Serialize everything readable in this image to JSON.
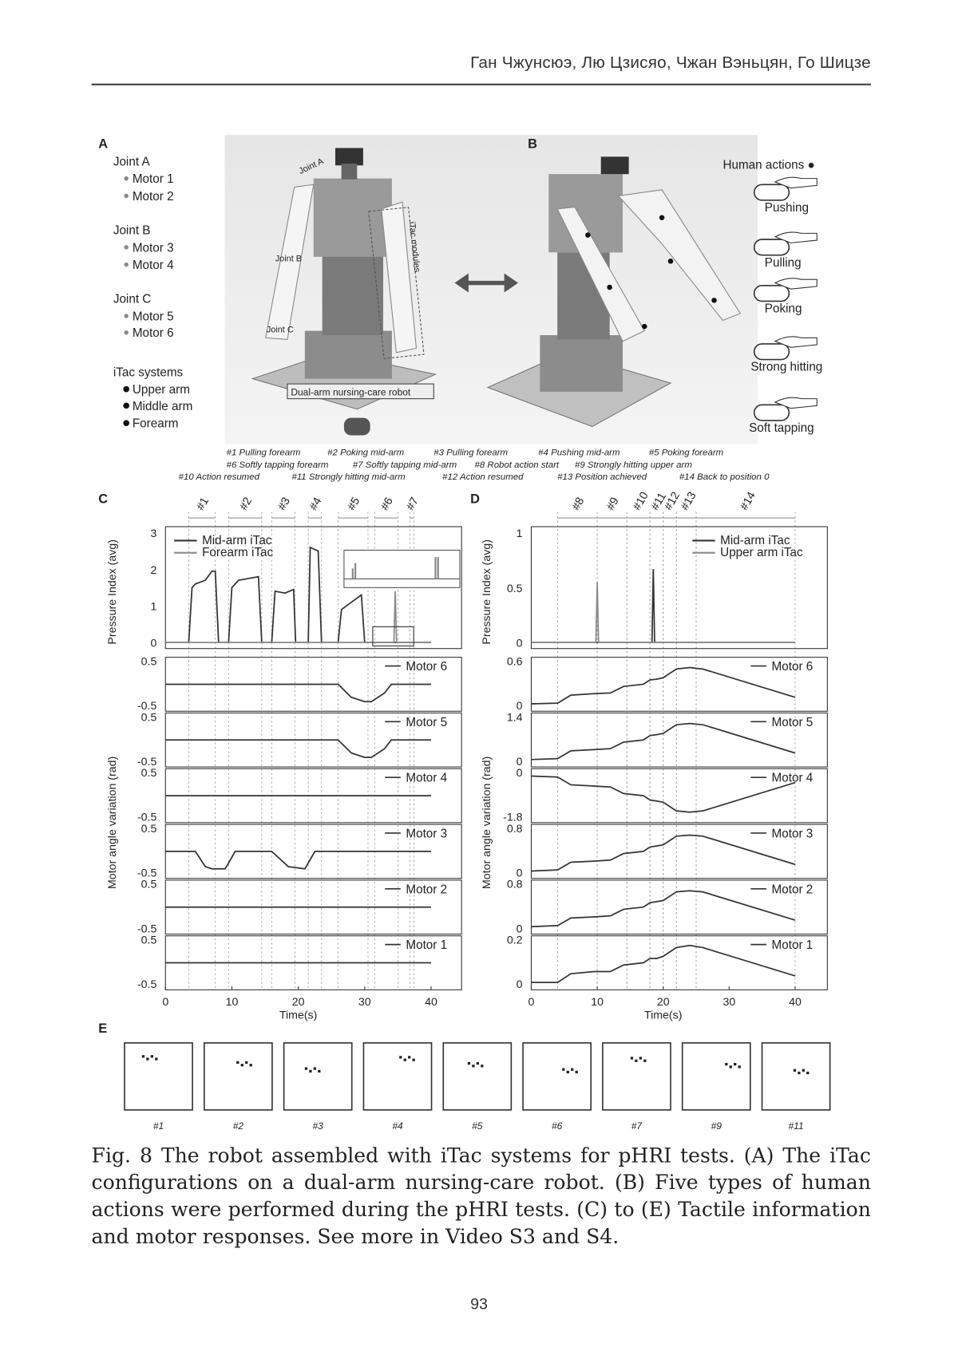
{
  "header": {
    "authors": "Ган Чжунсюэ, Лю Цзисяо, Чжан Вэньцян, Го Шицзе"
  },
  "figure": {
    "panel_labels": {
      "a": "A",
      "b": "B",
      "c": "C",
      "d": "D",
      "e": "E"
    },
    "panel_a": {
      "legend": [
        {
          "text": "Joint A",
          "kind": "head"
        },
        {
          "text": "Motor 1",
          "kind": "item"
        },
        {
          "text": "Motor 2",
          "kind": "item"
        },
        {
          "text": "Joint B",
          "kind": "head"
        },
        {
          "text": "Motor 3",
          "kind": "item"
        },
        {
          "text": "Motor 4",
          "kind": "item"
        },
        {
          "text": "Joint C",
          "kind": "head"
        },
        {
          "text": "Motor 5",
          "kind": "item"
        },
        {
          "text": "Motor 6",
          "kind": "item"
        },
        {
          "text": "iTac systems",
          "kind": "head"
        },
        {
          "text": "Upper arm",
          "kind": "dot"
        },
        {
          "text": "Middle arm",
          "kind": "dot"
        },
        {
          "text": "Forearm",
          "kind": "dot"
        }
      ],
      "photo_labels": {
        "joint_a": "Joint A",
        "joint_b": "Joint B",
        "joint_c": "Joint C",
        "itac_modules": "iTac modules",
        "robot": "Dual-arm nursing-care robot"
      }
    },
    "panel_b": {
      "title": "Human actions ●",
      "actions": [
        "Pushing",
        "Pulling",
        "Poking",
        "Strong hitting",
        "Soft tapping"
      ]
    },
    "events": [
      [
        "#1 Pulling forearm",
        "#2 Poking mid-arm",
        "#3 Pulling forearm",
        "#4 Pushing mid-arm",
        "#5 Poking forearm"
      ],
      [
        "#6 Softly tapping forearm",
        "#7 Softly tapping mid-arm",
        "#8 Robot action start",
        "#9 Strongly hitting upper arm"
      ],
      [
        "#10 Action resumed",
        "#11 Strongly hitting mid-arm",
        "#12 Action resumed",
        "#13 Position achieved",
        "#14 Back to position 0"
      ]
    ],
    "panel_e": {
      "labels": [
        "#1",
        "#2",
        "#3",
        "#4",
        "#5",
        "#6",
        "#7",
        "#9",
        "#11"
      ]
    }
  },
  "chart_data": [
    {
      "id": "C",
      "type": "line",
      "xlabel": "Time(s)",
      "xlim": [
        0,
        44
      ],
      "xticks": [
        0,
        10,
        20,
        30,
        40
      ],
      "event_markers": [
        {
          "label": "#1",
          "start": 3.5,
          "end": 7.5
        },
        {
          "label": "#2",
          "start": 9.5,
          "end": 14.5
        },
        {
          "label": "#3",
          "start": 16,
          "end": 19.5
        },
        {
          "label": "#4",
          "start": 21.5,
          "end": 23.5
        },
        {
          "label": "#5",
          "start": 26,
          "end": 30.5
        },
        {
          "label": "#6",
          "start": 31.5,
          "end": 35
        },
        {
          "label": "#7",
          "start": 36.8,
          "end": 37.4
        }
      ],
      "pressure": {
        "ylabel": "Pressure Index (avg)",
        "ylim": [
          0,
          3
        ],
        "yticks": [
          "0",
          "1",
          "2",
          "3"
        ],
        "series": [
          {
            "name": "Mid-arm iTac",
            "color": "#333333",
            "points": [
              [
                0,
                0
              ],
              [
                3.5,
                0
              ],
              [
                4,
                1.5
              ],
              [
                4.5,
                1.6
              ],
              [
                6,
                1.7
              ],
              [
                7,
                1.95
              ],
              [
                7.5,
                1.95
              ],
              [
                8,
                0
              ],
              [
                9.5,
                0
              ],
              [
                10,
                1.5
              ],
              [
                11,
                1.7
              ],
              [
                14,
                1.8
              ],
              [
                14.5,
                0
              ],
              [
                16,
                0
              ],
              [
                16.5,
                1.4
              ],
              [
                18,
                1.35
              ],
              [
                19.3,
                1.45
              ],
              [
                19.6,
                0
              ],
              [
                21.5,
                0
              ],
              [
                21.8,
                2.6
              ],
              [
                23,
                2.5
              ],
              [
                23.5,
                0
              ],
              [
                26,
                0
              ],
              [
                26.5,
                0.9
              ],
              [
                28,
                1.1
              ],
              [
                29.5,
                1.3
              ],
              [
                30,
                0
              ],
              [
                40,
                0
              ]
            ]
          },
          {
            "name": "Forearm iTac",
            "color": "#8a8a8a",
            "points": [
              [
                0,
                0
              ],
              [
                34.4,
                0
              ],
              [
                34.6,
                1.4
              ],
              [
                34.8,
                0
              ],
              [
                40,
                0
              ]
            ]
          }
        ]
      },
      "motor_ylabel": "Motor angle variation (rad)",
      "motors": [
        {
          "name": "Motor 6",
          "ylim": [
            -0.5,
            0.5
          ],
          "ticks": [
            "0.5",
            "-0.5"
          ],
          "points": [
            [
              0,
              0
            ],
            [
              26,
              0
            ],
            [
              28,
              -0.3
            ],
            [
              30,
              -0.4
            ],
            [
              31,
              -0.4
            ],
            [
              33,
              -0.2
            ],
            [
              34,
              0
            ],
            [
              40,
              0
            ]
          ]
        },
        {
          "name": "Motor 5",
          "ylim": [
            -0.5,
            0.5
          ],
          "ticks": [
            "0.5",
            "-0.5"
          ],
          "points": [
            [
              0,
              0
            ],
            [
              26,
              0
            ],
            [
              28,
              -0.3
            ],
            [
              30,
              -0.4
            ],
            [
              31,
              -0.4
            ],
            [
              33,
              -0.2
            ],
            [
              34,
              0
            ],
            [
              40,
              0
            ]
          ]
        },
        {
          "name": "Motor 4",
          "ylim": [
            -0.5,
            0.5
          ],
          "ticks": [
            "0.5",
            "-0.5"
          ],
          "points": [
            [
              0,
              0
            ],
            [
              40,
              0
            ]
          ]
        },
        {
          "name": "Motor 3",
          "ylim": [
            -0.5,
            0.5
          ],
          "ticks": [
            "0.5",
            "-0.5"
          ],
          "points": [
            [
              0,
              0
            ],
            [
              4.5,
              0
            ],
            [
              6,
              -0.35
            ],
            [
              7,
              -0.4
            ],
            [
              9,
              -0.4
            ],
            [
              10.5,
              0
            ],
            [
              16,
              0
            ],
            [
              18.5,
              -0.35
            ],
            [
              21,
              -0.4
            ],
            [
              22.5,
              0
            ],
            [
              40,
              0
            ]
          ]
        },
        {
          "name": "Motor 2",
          "ylim": [
            -0.5,
            0.5
          ],
          "ticks": [
            "0.5",
            "-0.5"
          ],
          "points": [
            [
              0,
              0
            ],
            [
              40,
              0
            ]
          ]
        },
        {
          "name": "Motor 1",
          "ylim": [
            -0.5,
            0.5
          ],
          "ticks": [
            "0.5",
            "-0.5"
          ],
          "points": [
            [
              0,
              0
            ],
            [
              40,
              0
            ]
          ]
        }
      ]
    },
    {
      "id": "D",
      "type": "line",
      "xlabel": "Time(s)",
      "xlim": [
        0,
        45
      ],
      "xticks": [
        0,
        10,
        20,
        30,
        40
      ],
      "event_markers": [
        {
          "label": "#8",
          "start": 4,
          "end": 10
        },
        {
          "label": "#9",
          "start": 10,
          "end": 14.5
        },
        {
          "label": "#10",
          "start": 14.5,
          "end": 18
        },
        {
          "label": "#11",
          "start": 18,
          "end": 20
        },
        {
          "label": "#12",
          "start": 20,
          "end": 22
        },
        {
          "label": "#13",
          "start": 22,
          "end": 25
        },
        {
          "label": "#14",
          "start": 25,
          "end": 40
        }
      ],
      "pressure": {
        "ylabel": "Pressure Index (avg)",
        "ylim": [
          0,
          1
        ],
        "yticks": [
          "0",
          "0.5",
          "1"
        ],
        "series": [
          {
            "name": "Mid-arm iTac",
            "color": "#333333",
            "points": [
              [
                0,
                0
              ],
              [
                18.3,
                0
              ],
              [
                18.5,
                0.67
              ],
              [
                18.7,
                0
              ],
              [
                40,
                0
              ]
            ]
          },
          {
            "name": "Upper arm iTac",
            "color": "#8a8a8a",
            "points": [
              [
                0,
                0
              ],
              [
                9.8,
                0
              ],
              [
                10,
                0.55
              ],
              [
                10.2,
                0
              ],
              [
                40,
                0
              ]
            ]
          }
        ]
      },
      "motor_ylabel": "Motor angle variation (rad)",
      "motor_t": [
        0,
        4,
        6,
        9.5,
        12,
        14,
        17,
        18,
        19,
        20,
        21,
        22,
        24,
        26,
        40
      ],
      "motors": [
        {
          "name": "Motor 6",
          "ylim": [
            0,
            0.6
          ],
          "ticks": [
            "0.6",
            "0"
          ],
          "values": [
            0.03,
            0.04,
            0.15,
            0.17,
            0.18,
            0.27,
            0.3,
            0.36,
            0.37,
            0.39,
            0.45,
            0.51,
            0.53,
            0.51,
            0.12
          ]
        },
        {
          "name": "Motor 5",
          "ylim": [
            0,
            1.4
          ],
          "ticks": [
            "1.4",
            "0"
          ],
          "values": [
            0.07,
            0.1,
            0.35,
            0.39,
            0.42,
            0.63,
            0.7,
            0.84,
            0.87,
            0.91,
            1.05,
            1.19,
            1.23,
            1.19,
            0.28
          ]
        },
        {
          "name": "Motor 4",
          "ylim": [
            -1.8,
            0
          ],
          "ticks": [
            "0",
            "-1.8"
          ],
          "values": [
            -0.09,
            -0.13,
            -0.45,
            -0.5,
            -0.54,
            -0.81,
            -0.9,
            -1.08,
            -1.12,
            -1.17,
            -1.35,
            -1.53,
            -1.58,
            -1.53,
            -0.36
          ]
        },
        {
          "name": "Motor 3",
          "ylim": [
            0,
            0.8
          ],
          "ticks": [
            "0.8",
            "0"
          ],
          "values": [
            0.04,
            0.06,
            0.2,
            0.22,
            0.24,
            0.36,
            0.4,
            0.48,
            0.5,
            0.52,
            0.6,
            0.68,
            0.7,
            0.68,
            0.16
          ]
        },
        {
          "name": "Motor 2",
          "ylim": [
            0,
            0.8
          ],
          "ticks": [
            "0.8",
            "0"
          ],
          "values": [
            0.04,
            0.06,
            0.2,
            0.22,
            0.24,
            0.36,
            0.4,
            0.48,
            0.5,
            0.52,
            0.6,
            0.68,
            0.7,
            0.68,
            0.16
          ]
        },
        {
          "name": "Motor 1",
          "ylim": [
            0,
            0.2
          ],
          "ticks": [
            "0.2",
            "0"
          ],
          "values": [
            0.01,
            0.01,
            0.05,
            0.06,
            0.06,
            0.09,
            0.1,
            0.12,
            0.12,
            0.13,
            0.15,
            0.17,
            0.18,
            0.17,
            0.04
          ]
        }
      ]
    }
  ],
  "caption": "Fig. 8 The robot assembled with iTac systems for pHRI tests. (A) The iTac configurations on a dual-arm nursing-care robot. (B) Five types of human actions were performed during the pHRI tests. (C) to (E) Tactile information and motor responses. See more in Video S3 and S4.",
  "page_number": "93"
}
